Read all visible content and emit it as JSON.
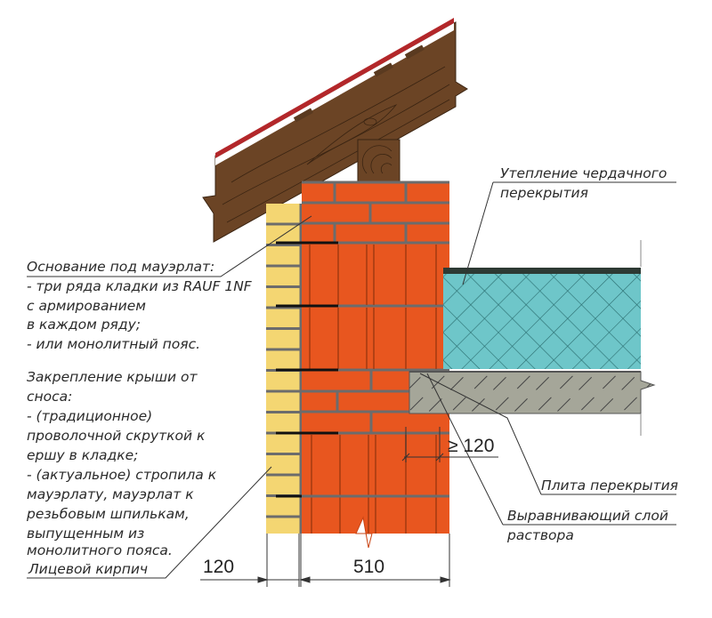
{
  "colors": {
    "brick": "#e8561f",
    "brick_dark": "#c94414",
    "mortar": "#6c6c6c",
    "facing_brick": "#f4d672",
    "wood": "#6b4425",
    "wood_line": "#3a2412",
    "roof_red": "#b3272a",
    "insulation": "#6ec6c9",
    "insulation_grid": "#2b6e70",
    "slab": "#a5a699",
    "line": "#333333"
  },
  "labels": {
    "mauerlat_base": {
      "lines": [
        "Основание под мауэрлат:",
        "- три ряда кладки из RAUF 1NF",
        "с армированием",
        "в каждом ряду;",
        "- или монолитный пояс."
      ]
    },
    "roof_fixing": {
      "lines": [
        "Закрепление крыши от",
        "сноса:",
        "- (традиционное)",
        "проволочной скруткой к",
        "ершу в кладке;",
        "- (актуальное) стропила к",
        "мауэрлату, мауэрлат к",
        "резьбовым шпилькам,",
        "выпущенным из",
        "монолитного пояса."
      ]
    },
    "attic_insulation": {
      "lines": [
        "Утепление чердачного",
        "перекрытия"
      ]
    },
    "floor_slab": "Плита перекрытия",
    "leveling_layer": {
      "lines": [
        "Выравнивающий слой",
        "раствора"
      ]
    },
    "facing_brick": "Лицевой кирпич"
  },
  "dimensions": {
    "facing_width": "120",
    "wall_width": "510",
    "slab_bearing": "≥ 120"
  }
}
